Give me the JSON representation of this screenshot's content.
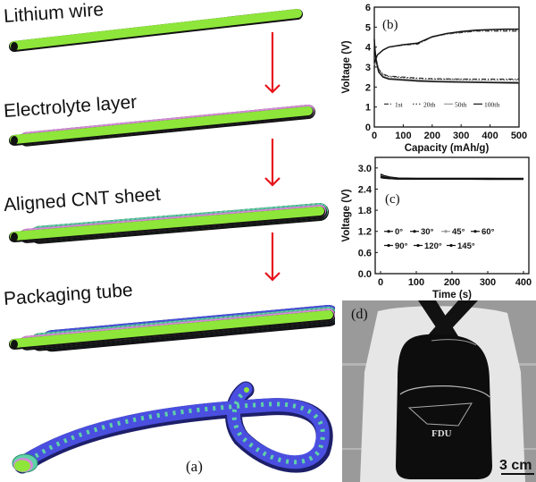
{
  "schematic": {
    "steps": [
      {
        "label": "Lithium wire",
        "colors": [
          "#8ee63a"
        ]
      },
      {
        "label": "Electrolyte layer",
        "colors": [
          "#8ee63a",
          "#d58ad9"
        ]
      },
      {
        "label": "Aligned CNT sheet",
        "colors": [
          "#8ee63a",
          "#d58ad9",
          "#5fd2a8"
        ]
      },
      {
        "label": "Packaging tube",
        "colors": [
          "#8ee63a",
          "#d58ad9",
          "#5fd2a8",
          "#4a4fe0"
        ]
      }
    ],
    "arrow_color": "#e8141c",
    "panel_label": "(a)"
  },
  "photo": {
    "panel_label": "(d)",
    "bag_text": "FDU",
    "scale_bar": "3 cm"
  },
  "chart_data": [
    {
      "type": "line",
      "panel_label": "(b)",
      "title": "",
      "xlabel": "Capacity (mAh/g)",
      "ylabel": "Voltage (V)",
      "xlim": [
        0,
        500
      ],
      "ylim": [
        0,
        6
      ],
      "xticks": [
        0,
        100,
        200,
        300,
        400,
        500
      ],
      "yticks": [
        0,
        1,
        2,
        3,
        4,
        5,
        6
      ],
      "legend": [
        "1st",
        "20th",
        "50th",
        "100th"
      ],
      "legend_position": "lower-center",
      "series": [
        {
          "name": "1st",
          "style": "dash-dot",
          "charge": {
            "x": [
              0,
              10,
              30,
              50,
              100,
              150,
              200,
              250,
              300,
              350,
              400,
              450,
              500
            ],
            "y": [
              3.0,
              3.6,
              3.85,
              4.0,
              4.1,
              4.15,
              4.5,
              4.65,
              4.72,
              4.8,
              4.8,
              4.8,
              4.8
            ]
          },
          "discharge": {
            "x": [
              0,
              5,
              15,
              30,
              50,
              100,
              150,
              200,
              300,
              400,
              500
            ],
            "y": [
              4.3,
              3.5,
              2.9,
              2.65,
              2.55,
              2.5,
              2.45,
              2.42,
              2.4,
              2.4,
              2.4
            ]
          }
        },
        {
          "name": "20th",
          "style": "dotted",
          "charge": {
            "x": [
              0,
              10,
              30,
              50,
              100,
              150,
              200,
              250,
              300,
              350,
              400,
              450,
              500
            ],
            "y": [
              3.1,
              3.6,
              3.85,
              4.0,
              4.1,
              4.2,
              4.5,
              4.65,
              4.75,
              4.82,
              4.85,
              4.85,
              4.85
            ]
          },
          "discharge": {
            "x": [
              0,
              5,
              15,
              30,
              50,
              100,
              150,
              200,
              300,
              400,
              500
            ],
            "y": [
              4.3,
              3.5,
              2.85,
              2.62,
              2.52,
              2.47,
              2.43,
              2.4,
              2.38,
              2.37,
              2.36
            ]
          }
        },
        {
          "name": "50th",
          "style": "light",
          "charge": {
            "x": [
              0,
              10,
              30,
              50,
              100,
              150,
              200,
              250,
              300,
              350,
              400,
              450,
              500
            ],
            "y": [
              3.1,
              3.6,
              3.85,
              4.0,
              4.12,
              4.2,
              4.5,
              4.66,
              4.76,
              4.84,
              4.87,
              4.88,
              4.88
            ]
          },
          "discharge": {
            "x": [
              0,
              5,
              15,
              30,
              50,
              100,
              150,
              200,
              300,
              400,
              500
            ],
            "y": [
              4.3,
              3.4,
              2.8,
              2.55,
              2.45,
              2.4,
              2.36,
              2.33,
              2.3,
              2.28,
              2.26
            ]
          }
        },
        {
          "name": "100th",
          "style": "solid",
          "charge": {
            "x": [
              0,
              10,
              30,
              50,
              100,
              150,
              200,
              250,
              300,
              350,
              400,
              450,
              500
            ],
            "y": [
              3.2,
              3.6,
              3.85,
              4.0,
              4.12,
              4.2,
              4.52,
              4.68,
              4.78,
              4.85,
              4.88,
              4.9,
              4.9
            ]
          },
          "discharge": {
            "x": [
              0,
              5,
              15,
              30,
              50,
              100,
              150,
              200,
              300,
              400,
              500
            ],
            "y": [
              4.4,
              3.4,
              2.75,
              2.5,
              2.4,
              2.35,
              2.3,
              2.27,
              2.24,
              2.22,
              2.2
            ]
          }
        }
      ]
    },
    {
      "type": "line",
      "panel_label": "(c)",
      "title": "",
      "xlabel": "Time (s)",
      "ylabel": "Voltage (V)",
      "xlim": [
        -15,
        415
      ],
      "ylim": [
        0,
        3.3
      ],
      "xticks": [
        0,
        100,
        200,
        300,
        400
      ],
      "yticks": [
        0.0,
        0.6,
        1.2,
        1.8,
        2.4,
        3.0
      ],
      "ytick_labels": [
        "0.0",
        "0.6",
        "1.2",
        "1.8",
        "2.4",
        "3.0"
      ],
      "legend": [
        "0°",
        "30°",
        "45°",
        "60°",
        "90°",
        "120°",
        "145°"
      ],
      "legend_position": "center-left",
      "series": [
        {
          "name": "0°",
          "x": [
            0,
            10,
            25,
            50,
            100,
            200,
            300,
            400
          ],
          "y": [
            2.82,
            2.78,
            2.74,
            2.71,
            2.7,
            2.7,
            2.7,
            2.7
          ]
        },
        {
          "name": "30°",
          "x": [
            0,
            10,
            25,
            50,
            100,
            200,
            300,
            400
          ],
          "y": [
            2.8,
            2.77,
            2.73,
            2.71,
            2.7,
            2.7,
            2.7,
            2.7
          ]
        },
        {
          "name": "45°",
          "x": [
            0,
            10,
            25,
            50,
            100,
            200,
            300,
            400
          ],
          "y": [
            2.78,
            2.75,
            2.72,
            2.7,
            2.7,
            2.7,
            2.7,
            2.7
          ]
        },
        {
          "name": "60°",
          "x": [
            0,
            10,
            25,
            50,
            100,
            200,
            300,
            400
          ],
          "y": [
            2.76,
            2.74,
            2.72,
            2.7,
            2.7,
            2.7,
            2.7,
            2.69
          ]
        },
        {
          "name": "90°",
          "x": [
            0,
            10,
            25,
            50,
            100,
            200,
            300,
            400
          ],
          "y": [
            2.75,
            2.73,
            2.71,
            2.7,
            2.69,
            2.69,
            2.69,
            2.69
          ]
        },
        {
          "name": "120°",
          "x": [
            0,
            10,
            25,
            50,
            100,
            200,
            300,
            400
          ],
          "y": [
            2.74,
            2.72,
            2.7,
            2.69,
            2.69,
            2.69,
            2.69,
            2.69
          ]
        },
        {
          "name": "145°",
          "x": [
            0,
            10,
            25,
            50,
            100,
            200,
            300,
            400
          ],
          "y": [
            2.73,
            2.71,
            2.7,
            2.69,
            2.69,
            2.69,
            2.68,
            2.68
          ]
        }
      ]
    }
  ]
}
